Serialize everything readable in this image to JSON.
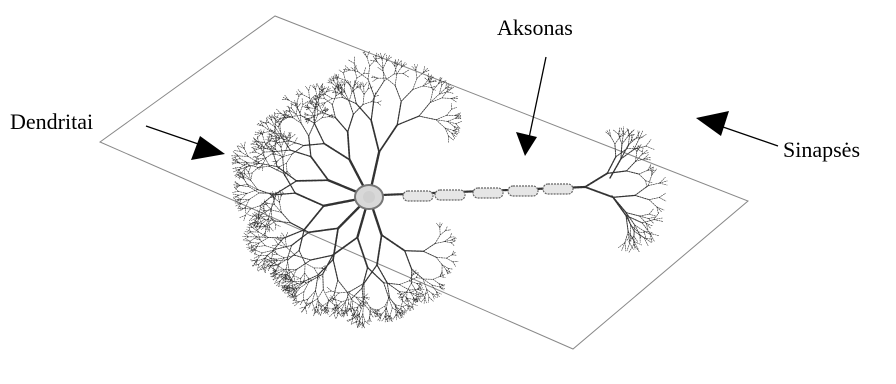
{
  "labels": {
    "dendrites": "Dendritai",
    "axon": "Aksonas",
    "synapses": "Sinapsės"
  },
  "colors": {
    "ink": "#000000",
    "branch": "#333333",
    "frame": "#888888",
    "background": "#ffffff"
  },
  "icons": {
    "neuron": "neuron-illustration-icon"
  }
}
